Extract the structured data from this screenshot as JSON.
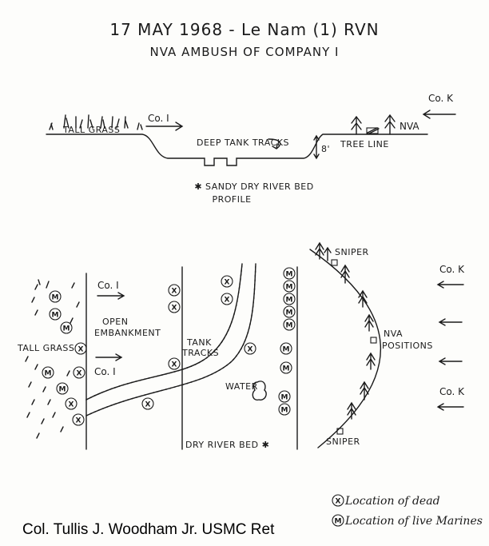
{
  "title": "17 MAY 1968 - Le Nam (1) RVN",
  "subtitle": "NVA AMBUSH OF COMPANY I",
  "profile": {
    "tall_grass": "TALL GRASS",
    "co_i": "Co. I",
    "co_k": "Co. K",
    "deep_tank_tracks": "DEEP TANK TRACKS",
    "depth": "8'",
    "tree_line": "TREE LINE",
    "nva": "NVA",
    "note_line1": "✱ SANDY DRY RIVER BED",
    "note_line2": "PROFILE"
  },
  "plan": {
    "co_i_top": "Co. I",
    "co_i_bottom": "Co. I",
    "open_line1": "OPEN",
    "open_line2": "EMBANKMENT",
    "tall_grass": "TALL GRASS",
    "tank_line1": "TANK",
    "tank_line2": "TRACKS",
    "water": "WATER",
    "dry_river_bed": "DRY RIVER BED ✱",
    "sniper_top": "SNIPER",
    "sniper_bottom": "SNIPER",
    "nva_line1": "NVA",
    "nva_line2": "POSITIONS",
    "co_k_top": "Co. K",
    "co_k_bottom": "Co. K"
  },
  "markers": {
    "dead_symbol": "X",
    "live_symbol": "M"
  },
  "legend": {
    "dead": "Location of dead",
    "live": "Location of live Marines"
  },
  "credit": "Col. Tullis J. Woodham Jr. USMC Ret"
}
